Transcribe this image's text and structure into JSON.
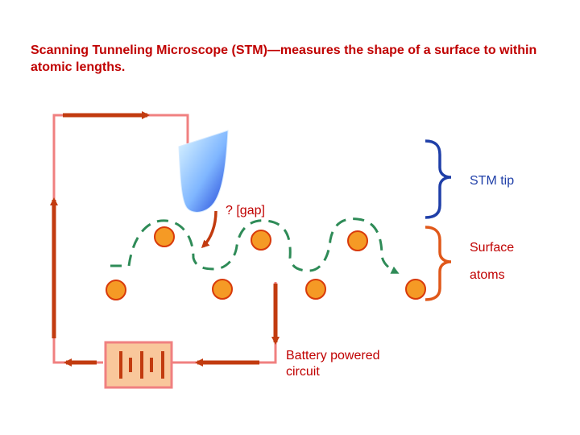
{
  "title": "Scanning Tunneling Microscope (STM)—measures the shape of a surface to within atomic lengths.",
  "labels": {
    "stm_tip": "STM tip",
    "gap": "? [gap]",
    "surface": "Surface",
    "atoms": "atoms",
    "battery_line1": "Battery powered",
    "battery_line2": "circuit"
  },
  "colors": {
    "title": "#c00000",
    "circuit_wire": "#f08080",
    "arrow": "#c23b0f",
    "tip_blue": "#1f3fa8",
    "atom_fill": "#f59a25",
    "atom_stroke": "#d83a0a",
    "path_green": "#2e8b57",
    "battery_fill": "#f9c79b"
  }
}
